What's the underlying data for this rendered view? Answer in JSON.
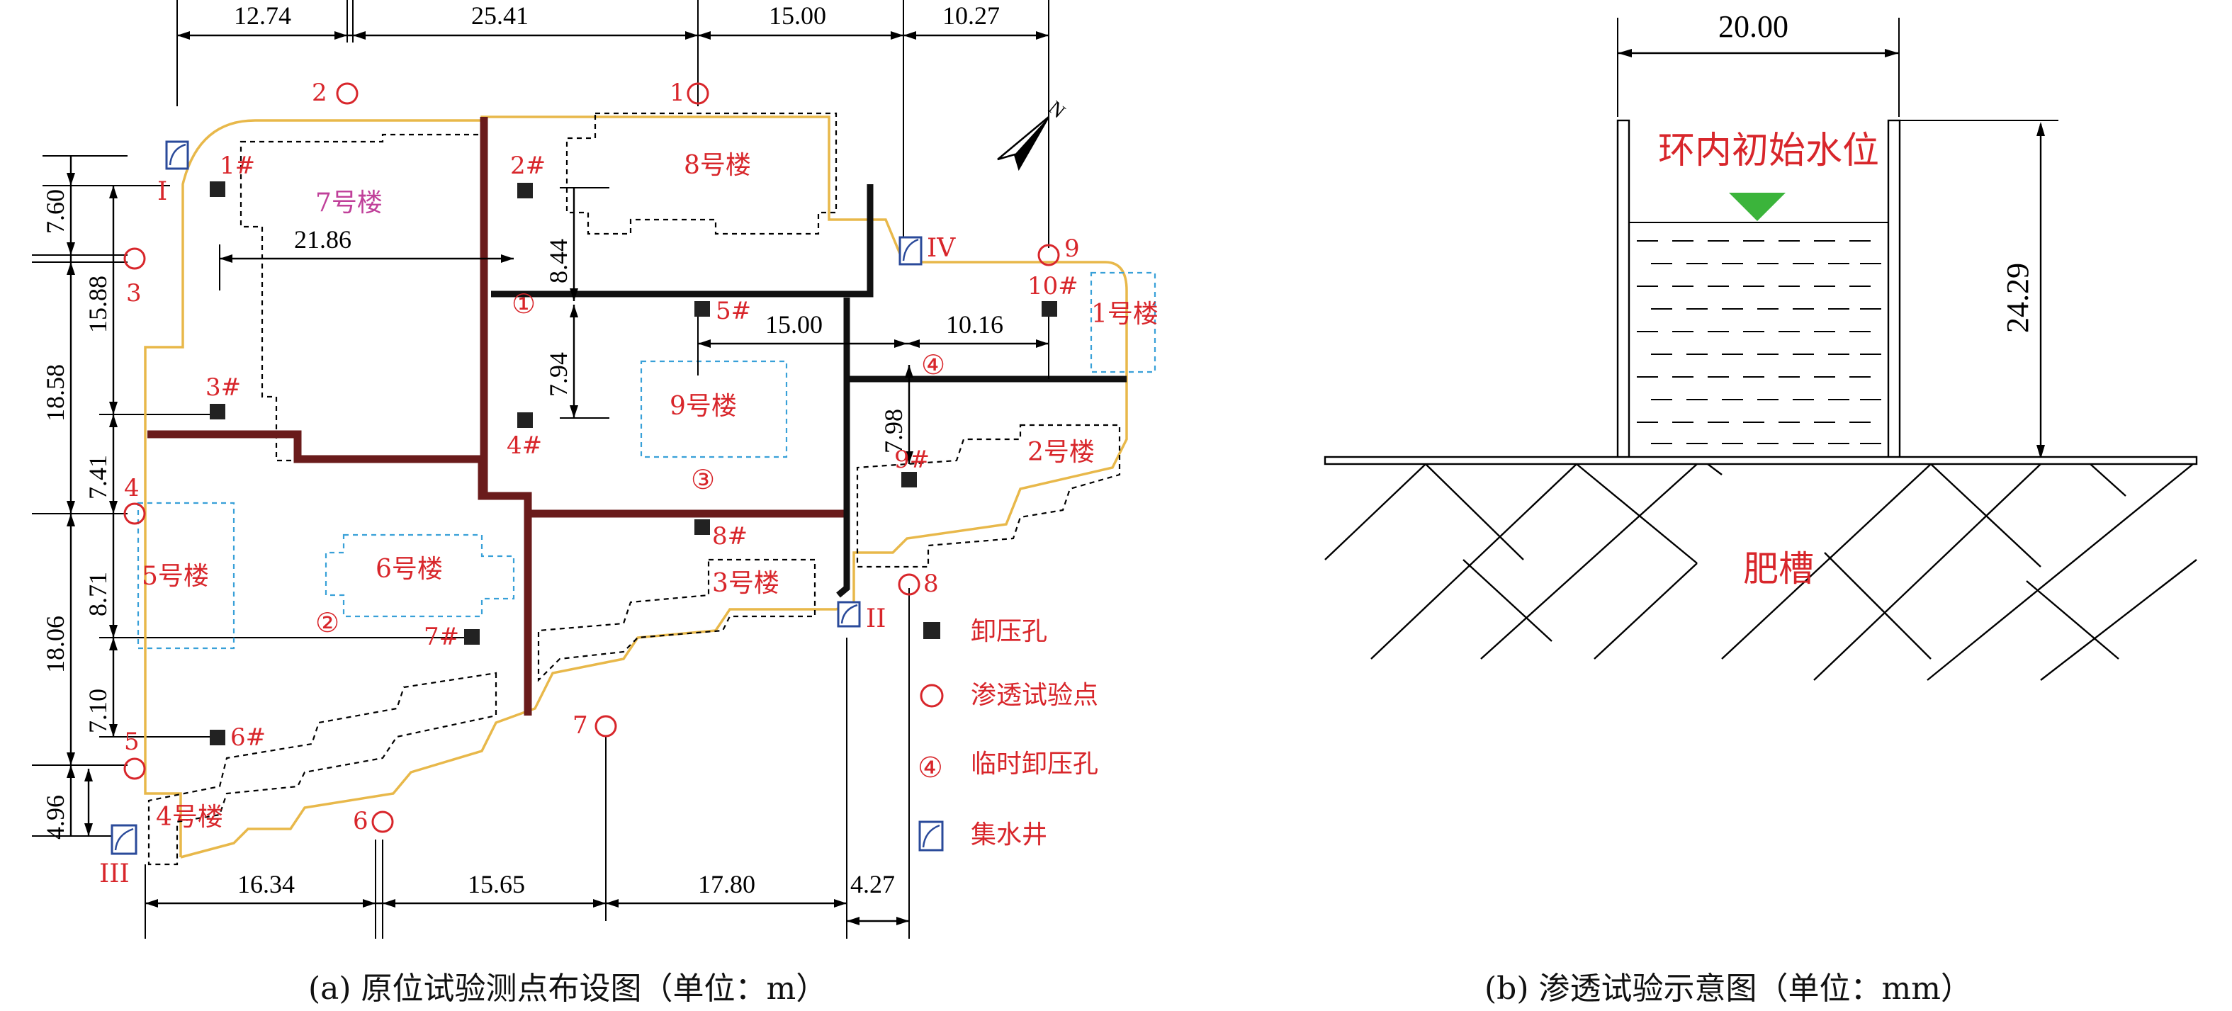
{
  "panel_a": {
    "caption": "(a) 原位试验测点布设图（单位：m）",
    "top_dims": [
      "12.74",
      "25.41",
      "15.00",
      "10.27"
    ],
    "bottom_dims": [
      "16.34",
      "15.65",
      "17.80",
      "4.27"
    ],
    "left_outer_dims": [
      "7.60",
      "18.58",
      "18.06",
      "4.96"
    ],
    "left_inner_dims": [
      "15.88",
      "7.41",
      "8.71",
      "7.10"
    ],
    "inner_dims": {
      "d_21_86": "21.86",
      "d_8_44": "8.44",
      "d_7_94": "7.94",
      "d_15_00": "15.00",
      "d_10_16": "10.16",
      "d_7_98": "7.98"
    },
    "buildings": [
      "7号楼",
      "8号楼",
      "9号楼",
      "1号楼",
      "2号楼",
      "3号楼",
      "4号楼",
      "5号楼",
      "6号楼"
    ],
    "relief_holes": [
      "1#",
      "2#",
      "3#",
      "4#",
      "5#",
      "6#",
      "7#",
      "8#",
      "9#",
      "10#"
    ],
    "test_points": [
      "1",
      "2",
      "3",
      "4",
      "5",
      "6",
      "7",
      "8",
      "9"
    ],
    "temp_holes": [
      "①",
      "②",
      "③",
      "④"
    ],
    "wells": [
      "I",
      "II",
      "III",
      "IV"
    ],
    "north": "N",
    "legend": {
      "relief_hole": "卸压孔",
      "test_point": "渗透试验点",
      "temp_hole": "临时卸压孔",
      "well": "集水井"
    }
  },
  "panel_b": {
    "caption": "(b) 渗透试验示意图（单位：mm）",
    "width_dim": "20.00",
    "height_dim": "24.29",
    "water_label": "环内初始水位",
    "soil_label": "肥槽"
  },
  "colors": {
    "label_red": "#d8262b",
    "boundary_yellow": "#e8b84a",
    "wall_brown": "#6a1b1b",
    "building_cyan": "#38a0d8",
    "water_green": "#3bb43b",
    "well_blue": "#2a4a9a"
  }
}
